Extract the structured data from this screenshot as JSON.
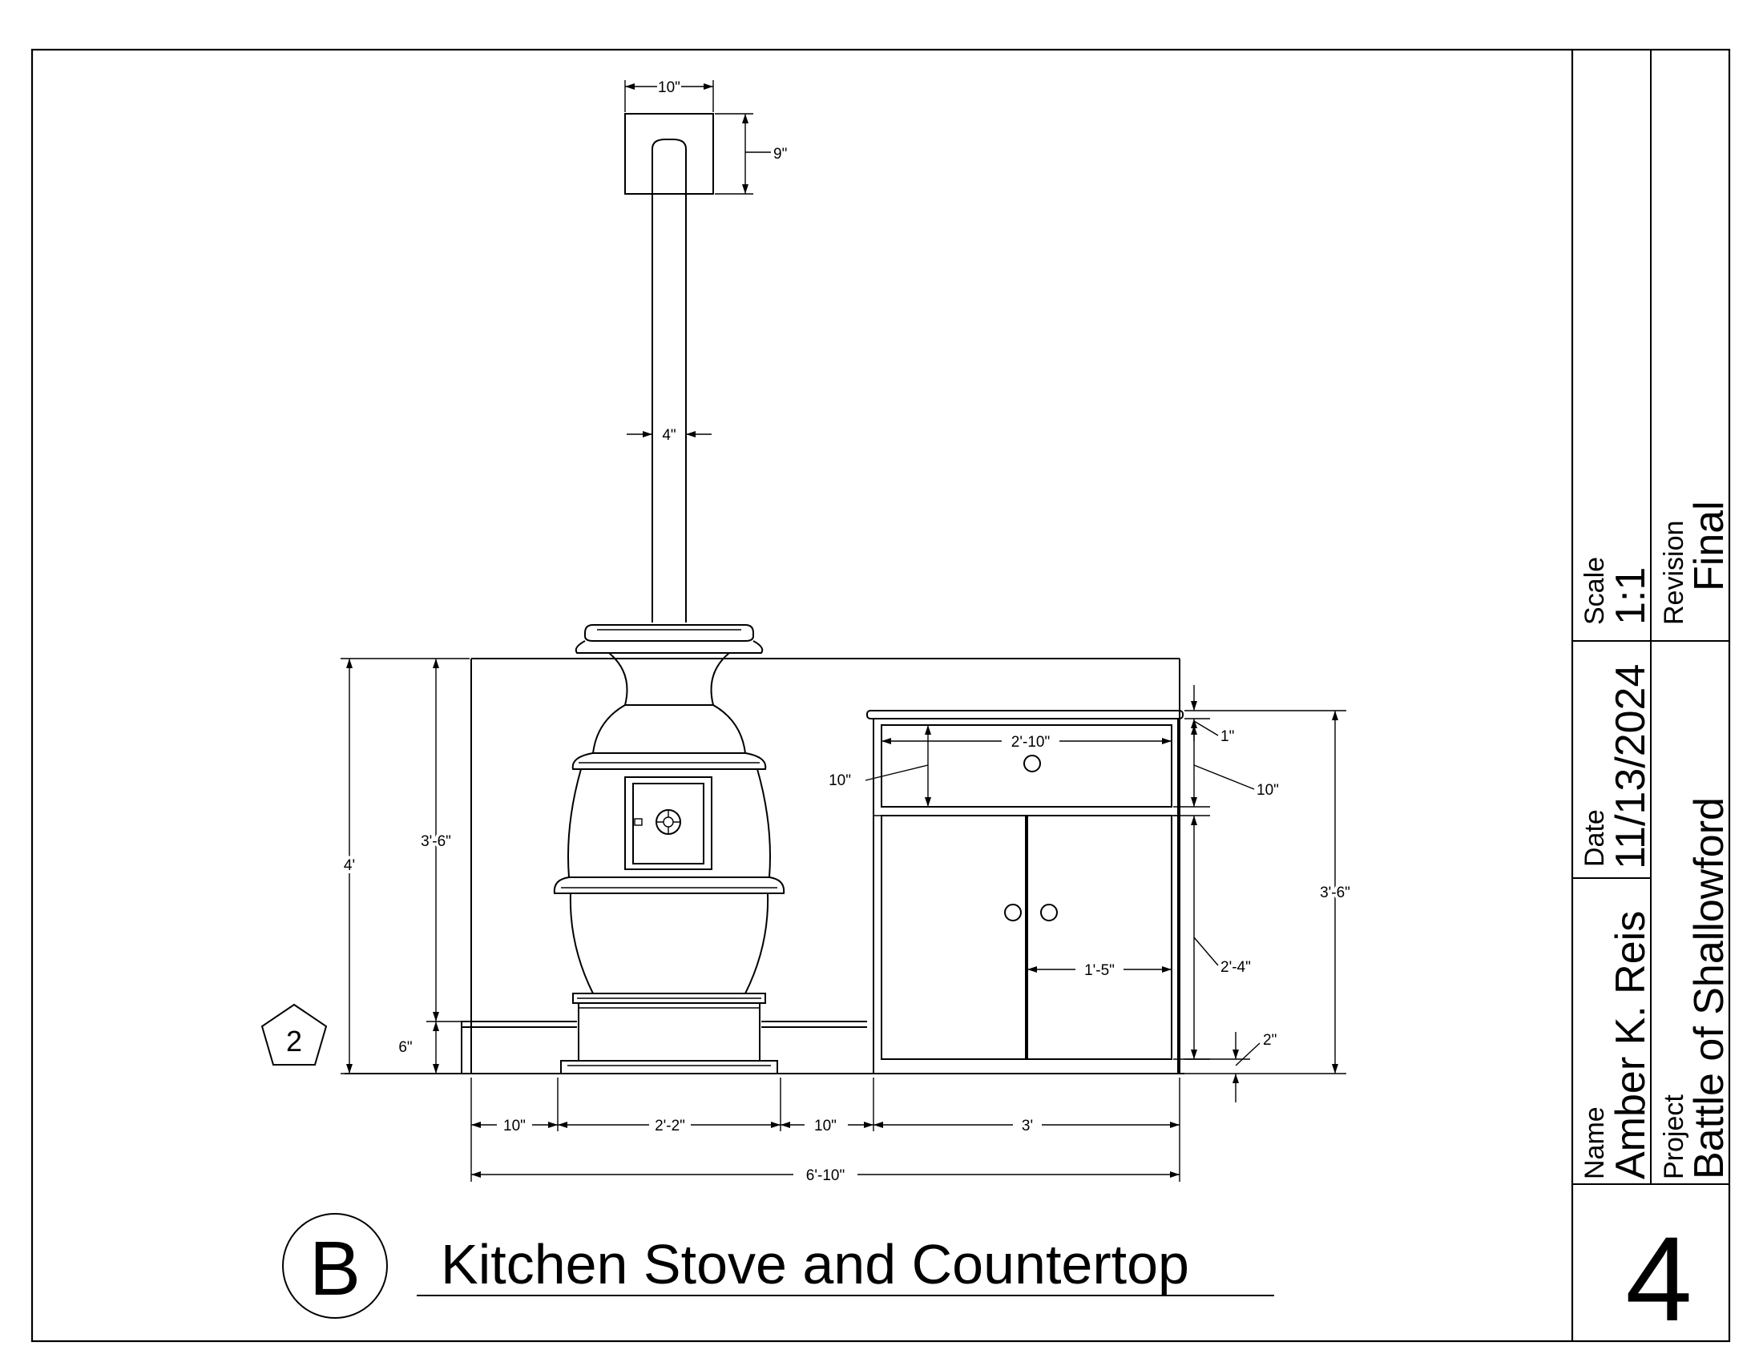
{
  "title_block": {
    "name_label": "Name",
    "name_value": "Amber K. Reis",
    "project_label": "Project",
    "project_value": "Battle of Shallowford",
    "date_label": "Date",
    "date_value": "11/13/2024",
    "scale_label": "Scale",
    "scale_value": "1:1",
    "revision_label": "Revision",
    "revision_value": "Final",
    "sheet_number": "4"
  },
  "drawing": {
    "view_letter": "B",
    "view_title": "Kitchen Stove and Countertop",
    "callout_number": "2"
  },
  "dimensions": {
    "cap_width": "10\"",
    "cap_height": "9\"",
    "pipe_width": "4\"",
    "height_total": "4'",
    "height_stove": "3'-6\"",
    "height_base": "6\"",
    "drawer_width": "2'-10\"",
    "drawer_height_left": "10\"",
    "counter_top_thickness": "1\"",
    "drawer_height_right": "10\"",
    "counter_height": "3'-6\"",
    "door_width": "1'-5\"",
    "door_height": "2'-4\"",
    "kick_height": "2\"",
    "left_gap": "10\"",
    "stove_width": "2'-2\"",
    "mid_gap": "10\"",
    "counter_width": "3'",
    "overall_width": "6'-10\""
  }
}
